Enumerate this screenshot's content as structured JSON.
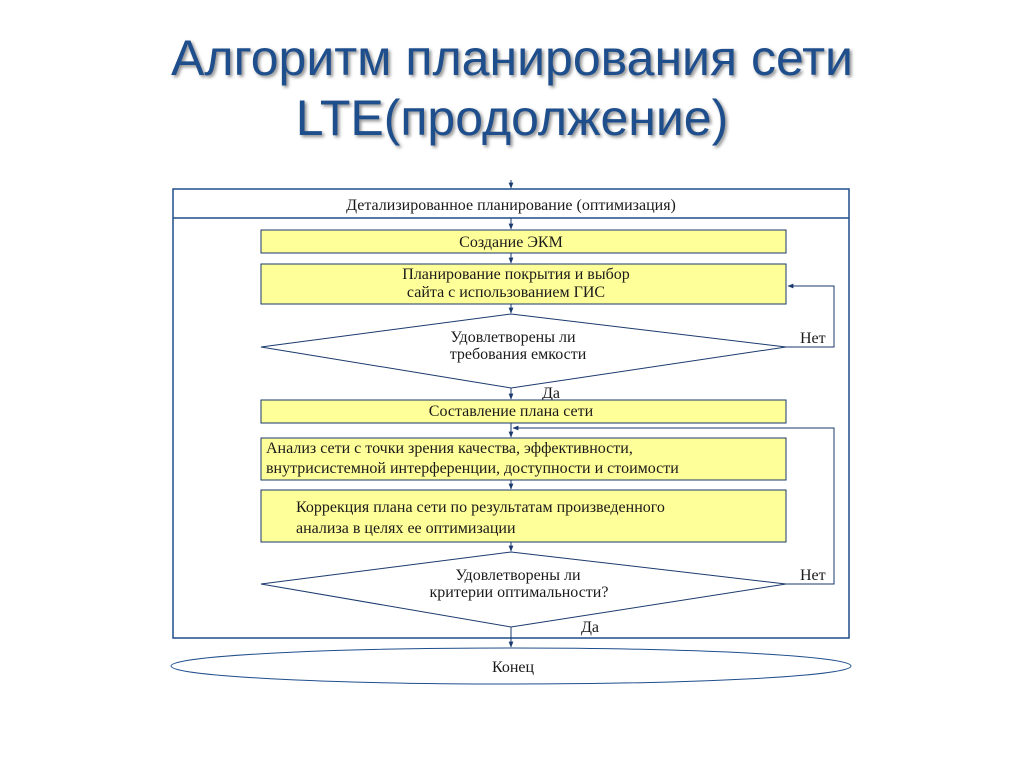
{
  "title": {
    "line1": "Алгоритм планирования сети",
    "line2": "LTE(продолжение)"
  },
  "diagram": {
    "header": "Детализированное планирование (оптимизация)",
    "step_create_ekm": "Создание ЭКМ",
    "step_coverage": {
      "line1": "Планирование покрытия и выбор",
      "line2": "сайта с использованием ГИС"
    },
    "decision_capacity": {
      "line1": "Удовлетворены ли",
      "line2": "требования емкости"
    },
    "step_network_plan": "Составление плана сети",
    "step_analysis": {
      "line1": "Анализ сети с точки зрения качества, эффективности,",
      "line2": "внутрисистемной интерференции, доступности и стоимости"
    },
    "step_correction": {
      "line1": "Коррекция плана сети по результатам произведенного",
      "line2": "анализа в целях ее оптимизации"
    },
    "decision_optimality": {
      "line1": "Удовлетворены ли",
      "line2": "критерии оптимальности?"
    },
    "label_no_1": "Нет",
    "label_yes_1": "Да",
    "label_no_2": "Нет",
    "label_yes_2": "Да",
    "end": "Конец"
  },
  "colors": {
    "title": "#1f4e8c",
    "box_fill": "#ffff99",
    "line": "#1a3a6e",
    "frame": "#1f4e8c"
  }
}
